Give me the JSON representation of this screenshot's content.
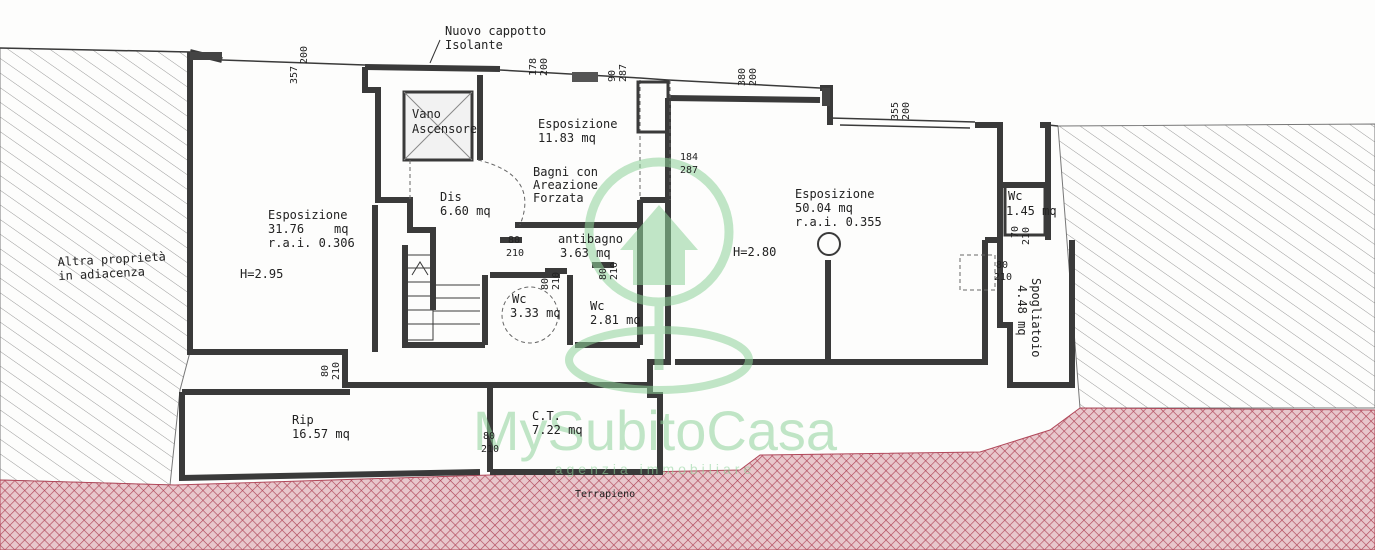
{
  "note": {
    "line1": "Nuovo cappotto",
    "line2": "Isolante"
  },
  "rooms": {
    "esp1": {
      "name": "Esposizione",
      "area": "31.76",
      "unit": "mq",
      "rai": "r.a.i. 0.306"
    },
    "esp2": {
      "name": "Esposizione",
      "area": "11.83 mq"
    },
    "esp3": {
      "name": "Esposizione",
      "area": "50.04 mq",
      "rai": "r.a.i. 0.355"
    },
    "vano": {
      "line1": "Vano",
      "line2": "Ascensore"
    },
    "dis": {
      "name": "Dis",
      "area": "6.60 mq"
    },
    "bagni": {
      "line1": "Bagni con",
      "line2": "Areazione",
      "line3": "Forzata"
    },
    "antibagno": {
      "name": "antibagno",
      "area": "3.63 mq"
    },
    "wc1": {
      "name": "Wc",
      "area": "3.33 mq"
    },
    "wc2": {
      "name": "Wc",
      "area": "2.81 mq"
    },
    "wc3": {
      "name": "Wc",
      "area": "1.45 mq"
    },
    "spogliatoio": {
      "name": "Spogliatoio",
      "area": "4.48 mq"
    },
    "rip": {
      "name": "Rip",
      "area": "16.57 mq"
    },
    "ct": {
      "name": "C.T.",
      "area": "7.22 mq"
    }
  },
  "heights": {
    "h1": "H=2.95",
    "h2": "H=2.80"
  },
  "neighbour": {
    "line1": "Altra proprietà",
    "line2": "in adiacenza"
  },
  "ground": {
    "label": "Terrapieno"
  },
  "dimensions": {
    "w1": {
      "a": "357",
      "b": "200"
    },
    "w2": {
      "a": "178",
      "b": "200"
    },
    "w3": {
      "a": "90",
      "b": "287"
    },
    "w4": {
      "a": "380",
      "b": "200"
    },
    "w5": {
      "a": "355",
      "b": "200"
    },
    "w6": {
      "a": "184",
      "b": "287"
    },
    "d1": {
      "a": "80",
      "b": "210"
    },
    "d2": {
      "a": "80",
      "b": "210"
    },
    "d3": {
      "a": "80",
      "b": "210"
    },
    "d4": {
      "a": "80",
      "b": "210"
    },
    "d5": {
      "a": "80",
      "b": "210"
    },
    "d6": {
      "a": "80",
      "b": "210"
    },
    "d7": {
      "a": "80",
      "b": "210"
    },
    "d8": {
      "a": "70",
      "b": "210"
    }
  },
  "watermark": {
    "brand": "MySubitoCasa",
    "tagline": "agenzia immobiliare",
    "color": "#8fd39a"
  },
  "colors": {
    "wall": "#3a3a3a",
    "hatch": "#9a9a9a",
    "ground": "#b0485a"
  }
}
